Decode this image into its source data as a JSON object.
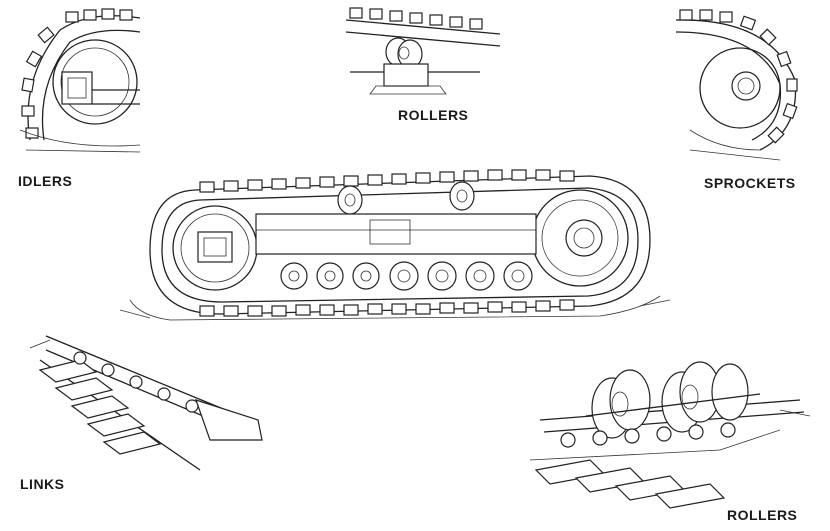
{
  "labels": {
    "idlers": "IDLERS",
    "rollers_top": "ROLLERS",
    "sprockets": "SPROCKETS",
    "links": "LINKS",
    "rollers_bottom": "ROLLERS"
  }
}
